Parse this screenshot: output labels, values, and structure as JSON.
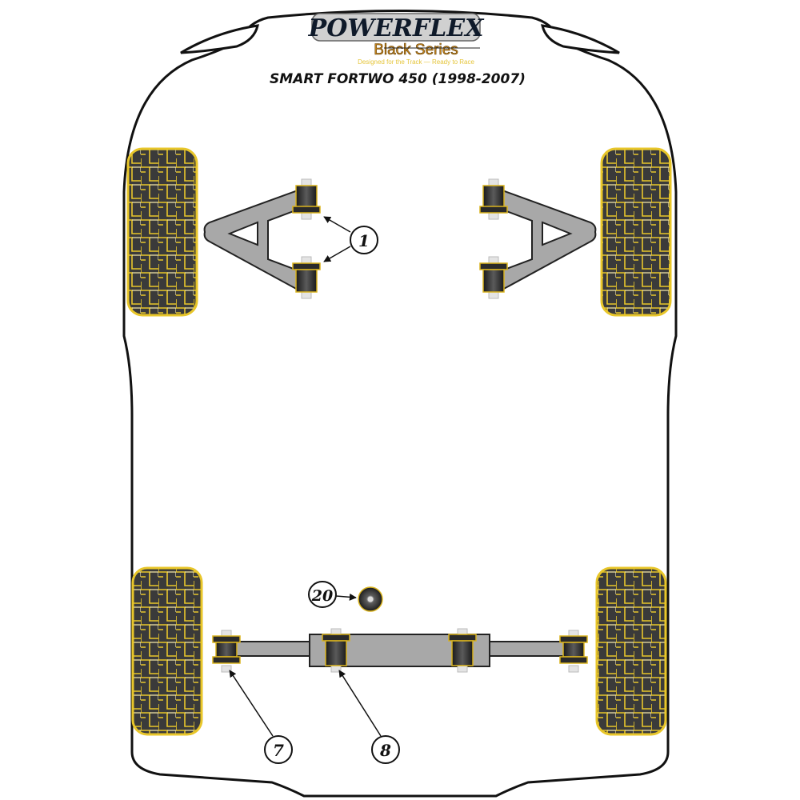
{
  "brand": {
    "name": "POWERFLEX",
    "series": "Black Series",
    "tagline": "Designed for the Track — Ready to Race"
  },
  "diagram": {
    "title": "SMART FORTWO 450 (1998-2007)",
    "view": "underside-top-view",
    "colors": {
      "outline": "#111111",
      "tyre_fill": "#3a3a3a",
      "tyre_tread": "#e8c62a",
      "arm_fill": "#a8a8a8",
      "bush_body": "#2a2a2a",
      "bush_edge": "#d9b31e",
      "bolt": "#e4e4e4"
    },
    "callouts": [
      {
        "id": "1",
        "label": "1",
        "location": "front-left wishbone bushes"
      },
      {
        "id": "20",
        "label": "20",
        "location": "rear centre mount"
      },
      {
        "id": "7",
        "label": "7",
        "location": "rear link outer bush"
      },
      {
        "id": "8",
        "label": "8",
        "location": "rear subframe mount bush"
      }
    ]
  }
}
